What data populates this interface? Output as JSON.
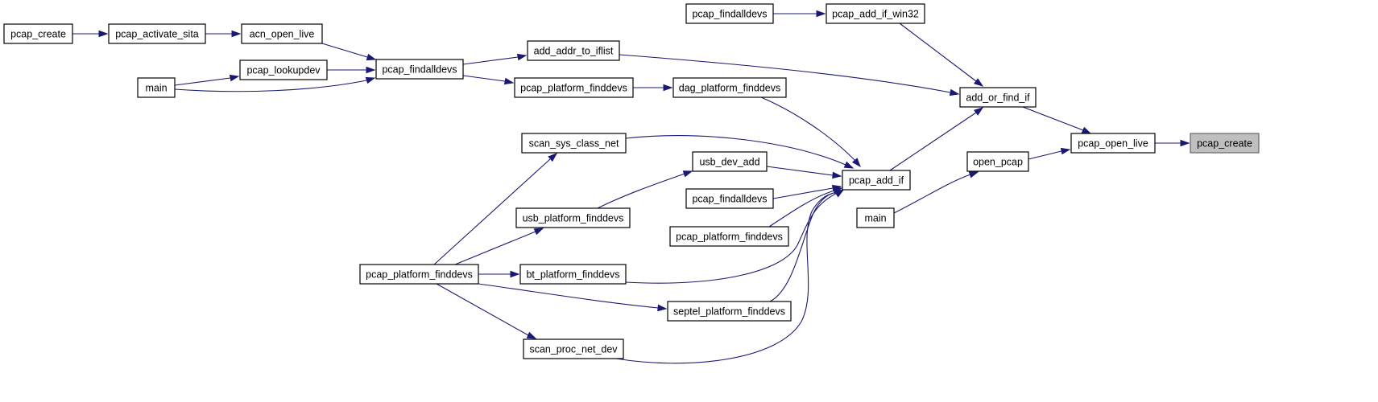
{
  "graph": {
    "nodes": [
      {
        "id": "n_pcap_create_l",
        "label": "pcap_create"
      },
      {
        "id": "n_activate_sita",
        "label": "pcap_activate_sita"
      },
      {
        "id": "n_acn_open_live",
        "label": "acn_open_live"
      },
      {
        "id": "n_lookupdev",
        "label": "pcap_lookupdev"
      },
      {
        "id": "n_main_l",
        "label": "main"
      },
      {
        "id": "n_findalldevs_l",
        "label": "pcap_findalldevs"
      },
      {
        "id": "n_add_addr",
        "label": "add_addr_to_iflist"
      },
      {
        "id": "n_plat_find_m",
        "label": "pcap_platform_finddevs"
      },
      {
        "id": "n_dag",
        "label": "dag_platform_finddevs"
      },
      {
        "id": "n_findalldevs_t",
        "label": "pcap_findalldevs"
      },
      {
        "id": "n_add_if_win32",
        "label": "pcap_add_if_win32"
      },
      {
        "id": "n_add_or_find",
        "label": "add_or_find_if"
      },
      {
        "id": "n_scan_sys",
        "label": "scan_sys_class_net"
      },
      {
        "id": "n_usb_dev_add",
        "label": "usb_dev_add"
      },
      {
        "id": "n_findalldevs_m",
        "label": "pcap_findalldevs"
      },
      {
        "id": "n_plat_find_r",
        "label": "pcap_platform_finddevs"
      },
      {
        "id": "n_usb_plat",
        "label": "usb_platform_finddevs"
      },
      {
        "id": "n_plat_find_b",
        "label": "pcap_platform_finddevs"
      },
      {
        "id": "n_bt_plat",
        "label": "bt_platform_finddevs"
      },
      {
        "id": "n_septel",
        "label": "septel_platform_finddevs"
      },
      {
        "id": "n_scan_proc",
        "label": "scan_proc_net_dev"
      },
      {
        "id": "n_pcap_add_if",
        "label": "pcap_add_if"
      },
      {
        "id": "n_open_pcap",
        "label": "open_pcap"
      },
      {
        "id": "n_main_r",
        "label": "main"
      },
      {
        "id": "n_open_live",
        "label": "pcap_open_live"
      },
      {
        "id": "n_pcap_create_r",
        "label": "pcap_create"
      }
    ],
    "edges": [
      [
        "n_pcap_create_l",
        "n_activate_sita"
      ],
      [
        "n_activate_sita",
        "n_acn_open_live"
      ],
      [
        "n_acn_open_live",
        "n_findalldevs_l"
      ],
      [
        "n_lookupdev",
        "n_findalldevs_l"
      ],
      [
        "n_main_l",
        "n_lookupdev"
      ],
      [
        "n_main_l",
        "n_findalldevs_l"
      ],
      [
        "n_findalldevs_l",
        "n_add_addr"
      ],
      [
        "n_findalldevs_l",
        "n_plat_find_m"
      ],
      [
        "n_plat_find_m",
        "n_dag"
      ],
      [
        "n_findalldevs_t",
        "n_add_if_win32"
      ],
      [
        "n_add_if_win32",
        "n_add_or_find"
      ],
      [
        "n_add_addr",
        "n_add_or_find"
      ],
      [
        "n_dag",
        "n_pcap_add_if"
      ],
      [
        "n_scan_sys",
        "n_pcap_add_if"
      ],
      [
        "n_usb_dev_add",
        "n_pcap_add_if"
      ],
      [
        "n_findalldevs_m",
        "n_pcap_add_if"
      ],
      [
        "n_plat_find_r",
        "n_pcap_add_if"
      ],
      [
        "n_bt_plat",
        "n_pcap_add_if"
      ],
      [
        "n_septel",
        "n_pcap_add_if"
      ],
      [
        "n_scan_proc",
        "n_pcap_add_if"
      ],
      [
        "n_usb_plat",
        "n_usb_dev_add"
      ],
      [
        "n_plat_find_b",
        "n_scan_sys"
      ],
      [
        "n_plat_find_b",
        "n_usb_plat"
      ],
      [
        "n_plat_find_b",
        "n_bt_plat"
      ],
      [
        "n_plat_find_b",
        "n_septel"
      ],
      [
        "n_plat_find_b",
        "n_scan_proc"
      ],
      [
        "n_pcap_add_if",
        "n_add_or_find"
      ],
      [
        "n_add_or_find",
        "n_open_live"
      ],
      [
        "n_main_r",
        "n_open_pcap"
      ],
      [
        "n_open_pcap",
        "n_open_live"
      ],
      [
        "n_open_live",
        "n_pcap_create_r"
      ]
    ]
  }
}
